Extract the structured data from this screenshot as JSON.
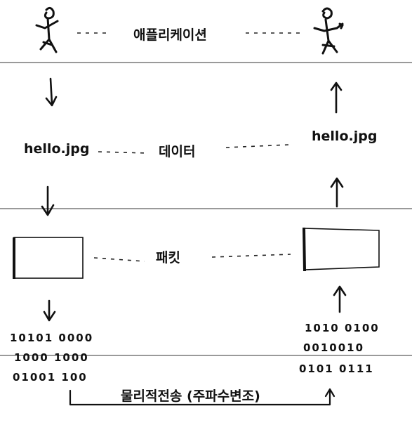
{
  "layers": {
    "application": "애플리케이션",
    "data": "데이터",
    "packet": "패킷",
    "physical": "물리적전송 (주파수변조)"
  },
  "files": {
    "left": "hello.jpg",
    "right": "hello.jpg"
  },
  "bits": {
    "left": [
      "10101 0000",
      "1000 1000",
      "01001 100"
    ],
    "right": [
      "1010 0100",
      "0010010",
      "0101 0111"
    ]
  },
  "colors": {
    "ink": "#111111",
    "layer_line": "#9a9a9a",
    "background": "#ffffff"
  }
}
